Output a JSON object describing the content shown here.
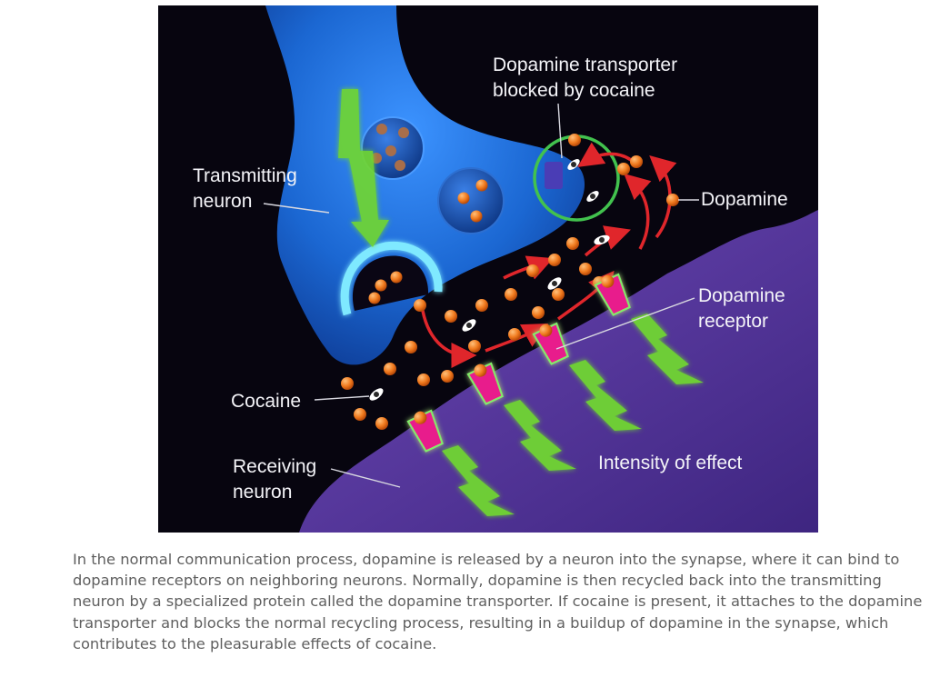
{
  "diagram": {
    "labels": {
      "transmitting_neuron": [
        "Transmitting",
        "neuron"
      ],
      "transporter_blocked": [
        "Dopamine transporter",
        "blocked by cocaine"
      ],
      "dopamine": "Dopamine",
      "dopamine_receptor": [
        "Dopamine",
        "receptor"
      ],
      "cocaine": "Cocaine",
      "receiving_neuron": [
        "Receiving",
        "neuron"
      ],
      "intensity": "Intensity of effect"
    },
    "colors": {
      "background": "#07050f",
      "transmitting_neuron": "#1c6fd6",
      "receiving_neuron": "#5a3a9c",
      "dopamine": "#f07a1e",
      "receptor": "#e81c8c",
      "signal": "#6fd630",
      "recycle_arrow": "#e0262b",
      "transporter_ring": "#42c24e"
    }
  },
  "caption": "In the normal communication process, dopamine is released by a neuron into the synapse, where it can bind to dopamine receptors on neighboring neurons. Normally, dopamine is then recycled back into the transmitting neuron by a specialized protein called the dopamine transporter. If cocaine is present, it attaches to the dopamine transporter and blocks the normal recycling process, resulting in a buildup of dopamine in the synapse, which contributes to the pleasurable effects of cocaine."
}
